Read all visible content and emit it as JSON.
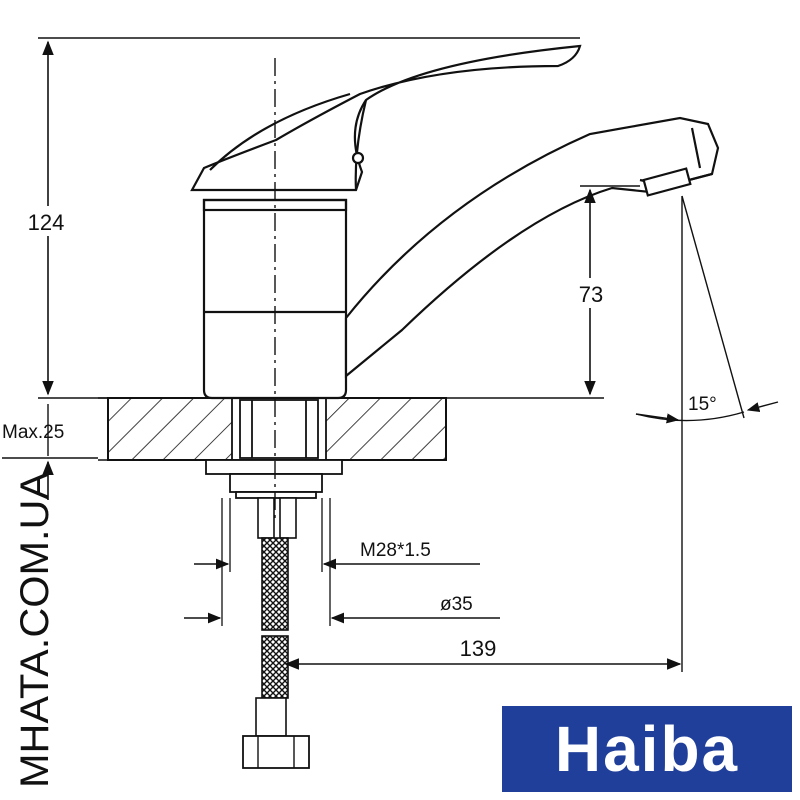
{
  "dimensions": {
    "height_total": "124",
    "spout_height": "73",
    "max_thickness": "Max.25",
    "thread": "M28*1.5",
    "diameter": "ø35",
    "reach": "139",
    "angle": "15°"
  },
  "watermark": "MHATA.COM.UA",
  "logo": "Haiba",
  "colors": {
    "line": "#111111",
    "logo_bg": "#1f3f9a",
    "logo_text": "#ffffff"
  }
}
